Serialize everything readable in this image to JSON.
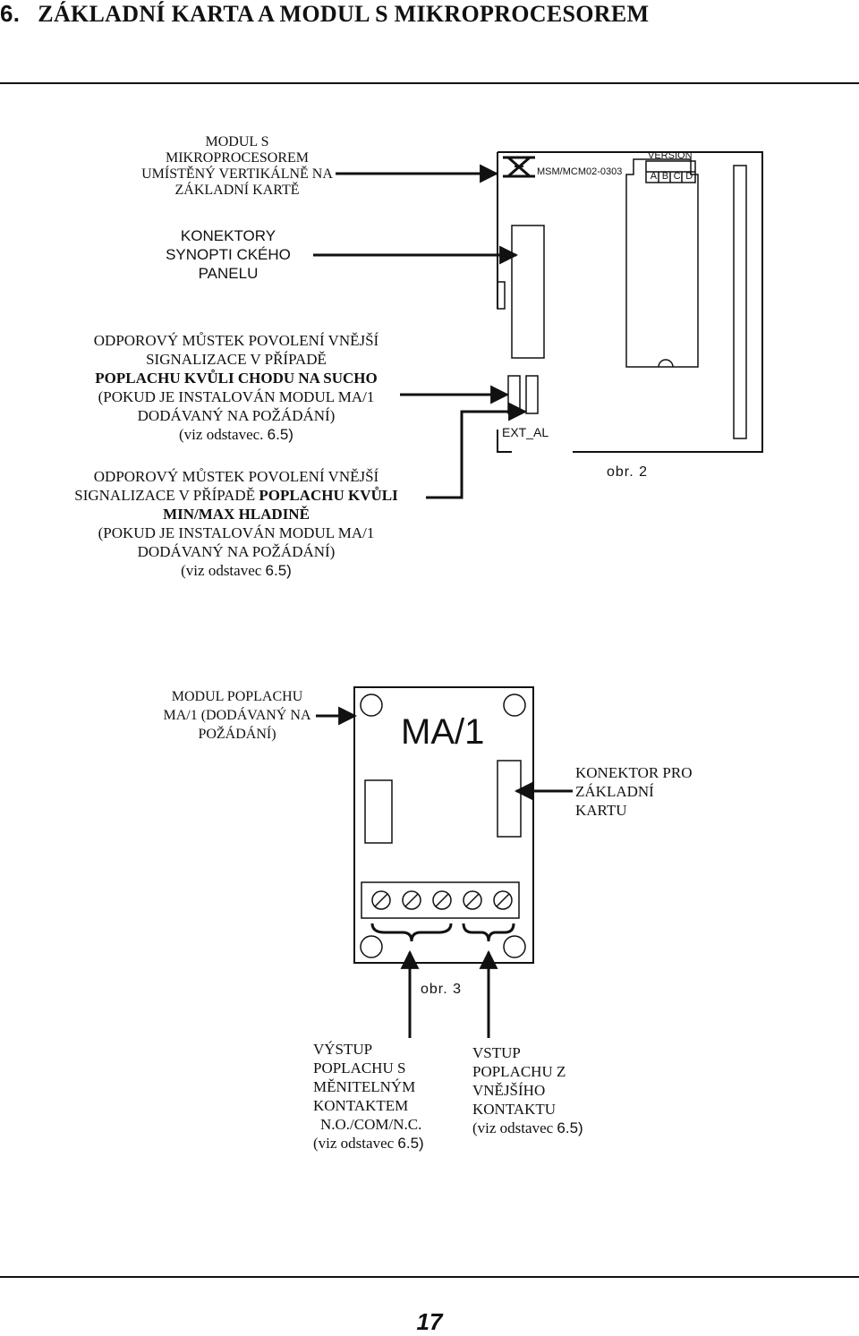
{
  "heading": {
    "number": "6.",
    "title": "ZÁKLADNÍ KARTA A MODUL S MIKROPROCESOREM"
  },
  "figure2": {
    "caption": "obr. 2",
    "module_label": [
      "MODUL S",
      "MIKROPROCESOREM",
      "UMÍSTĚNÝ VERTIKÁLNĚ NA",
      "ZÁKLADNÍ KARTĚ"
    ],
    "connector_label": [
      "KONEKTORY",
      "SYNOPTI CKÉHO",
      "PANELU"
    ],
    "jumper1_label": {
      "line1": "ODPOROVÝ MŮSTEK POVOLENÍ VNĚJŠÍ",
      "line2": "SIGNALIZACE V PŘÍPADĚ",
      "line3": "POPLACHU KVŮLI CHODU NA SUCHO",
      "line4": "(POKUD JE INSTALOVÁN MODUL MA/1",
      "line5": "DODÁVANÝ NA POŽÁDÁNÍ)",
      "line6_text": "(viz odstavec. ",
      "line6_ref": "6.5)"
    },
    "jumper2_label": {
      "line1": "ODPOROVÝ MŮSTEK POVOLENÍ VNĚJŠÍ",
      "line2_normal": "SIGNALIZACE V PŘÍPADĚ ",
      "line2_bold": "POPLACHU KVŮLI",
      "line3": "MIN/MAX HLADINĚ",
      "line4": "(POKUD JE INSTALOVÁN MODUL MA/1",
      "line5": "DODÁVANÝ NA POŽÁDÁNÍ)",
      "line6_text": "(viz odstavec ",
      "line6_ref": "6.5)"
    },
    "board": {
      "model": "MSM/MCM02-0303",
      "version_label": "VERSION",
      "version_letters": [
        "A",
        "B",
        "C",
        "D"
      ],
      "ext_al_label": "EXT_AL"
    }
  },
  "figure3": {
    "caption": "obr. 3",
    "module_label": [
      "MODUL POPLACHU",
      "MA/1 (DODÁVANÝ NA",
      "POŽÁDÁNÍ)"
    ],
    "board_title": "MA/1",
    "connector_label": [
      "KONEKTOR PRO",
      "ZÁKLADNÍ",
      "KARTU"
    ],
    "output_label": {
      "lines": [
        "VÝSTUP",
        "POPLACHU S",
        "MĚNITELNÝM",
        "KONTAKTEM",
        "N.O./COM/N.C."
      ],
      "ref_text": "(viz odstavec ",
      "ref_num": "6.5)"
    },
    "input_label": {
      "lines": [
        "VSTUP",
        "POPLACHU Z",
        "VNĚJŠÍHO",
        "KONTAKTU"
      ],
      "ref_text": "(viz odstavec ",
      "ref_num": "6.5)"
    }
  },
  "page_number": "17"
}
